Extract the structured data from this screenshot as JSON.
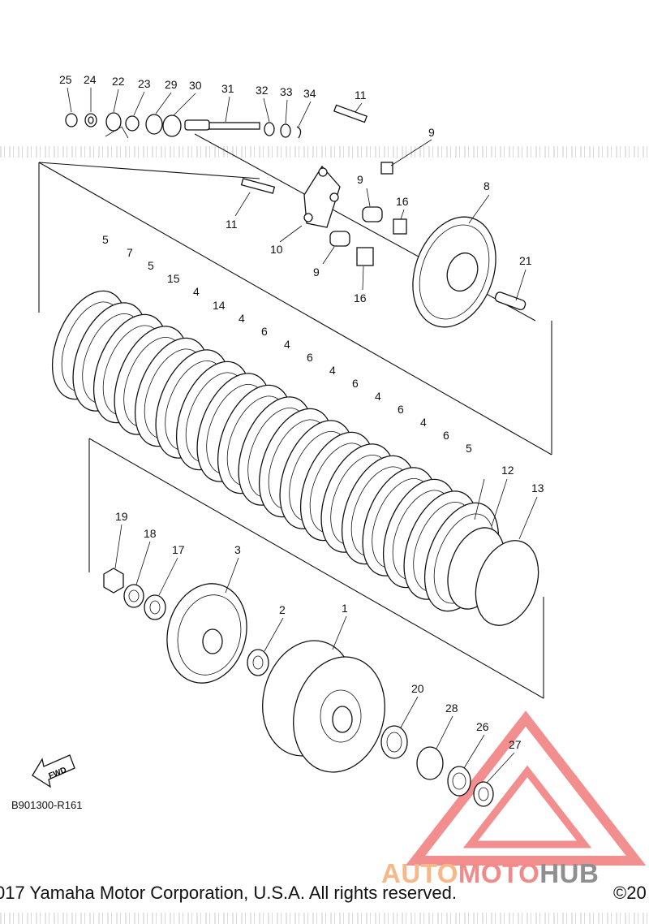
{
  "diagram": {
    "callouts": [
      {
        "id": "c25",
        "text": "25"
      },
      {
        "id": "c24",
        "text": "24"
      },
      {
        "id": "c22",
        "text": "22"
      },
      {
        "id": "c23",
        "text": "23"
      },
      {
        "id": "c29",
        "text": "29"
      },
      {
        "id": "c30",
        "text": "30"
      },
      {
        "id": "c31",
        "text": "31"
      },
      {
        "id": "c32",
        "text": "32"
      },
      {
        "id": "c33",
        "text": "33"
      },
      {
        "id": "c34",
        "text": "34"
      },
      {
        "id": "c11a",
        "text": "11"
      },
      {
        "id": "c9a",
        "text": "9"
      },
      {
        "id": "c9b",
        "text": "9"
      },
      {
        "id": "c16a",
        "text": "16"
      },
      {
        "id": "c8",
        "text": "8"
      },
      {
        "id": "c11b",
        "text": "11"
      },
      {
        "id": "c10",
        "text": "10"
      },
      {
        "id": "c9c",
        "text": "9"
      },
      {
        "id": "c16b",
        "text": "16"
      },
      {
        "id": "c21",
        "text": "21"
      },
      {
        "id": "c5a",
        "text": "5"
      },
      {
        "id": "c7",
        "text": "7"
      },
      {
        "id": "c5b",
        "text": "5"
      },
      {
        "id": "c15",
        "text": "15"
      },
      {
        "id": "c4a",
        "text": "4"
      },
      {
        "id": "c14",
        "text": "14"
      },
      {
        "id": "c4b",
        "text": "4"
      },
      {
        "id": "c6a",
        "text": "6"
      },
      {
        "id": "c4c",
        "text": "4"
      },
      {
        "id": "c6b",
        "text": "6"
      },
      {
        "id": "c4d",
        "text": "4"
      },
      {
        "id": "c6c",
        "text": "6"
      },
      {
        "id": "c4e",
        "text": "4"
      },
      {
        "id": "c6d",
        "text": "6"
      },
      {
        "id": "c4f",
        "text": "4"
      },
      {
        "id": "c6e",
        "text": "6"
      },
      {
        "id": "c5c",
        "text": "5"
      },
      {
        "id": "c12",
        "text": "12"
      },
      {
        "id": "c13",
        "text": "13"
      },
      {
        "id": "c19",
        "text": "19"
      },
      {
        "id": "c18",
        "text": "18"
      },
      {
        "id": "c17",
        "text": "17"
      },
      {
        "id": "c3",
        "text": "3"
      },
      {
        "id": "c2",
        "text": "2"
      },
      {
        "id": "c1",
        "text": "1"
      },
      {
        "id": "c20",
        "text": "20"
      },
      {
        "id": "c28",
        "text": "28"
      },
      {
        "id": "c26",
        "text": "26"
      },
      {
        "id": "c27",
        "text": "27"
      }
    ],
    "fwd_label": "FWD",
    "code": "B901300-R161"
  },
  "footer": {
    "copyright": "017 Yamaha Motor Corporation, U.S.A. All rights reserved.",
    "copyright_right": "©20"
  },
  "watermark": {
    "parts": [
      {
        "text": "AUTO",
        "color": "#f7b889"
      },
      {
        "text": "MOTO",
        "color": "#f28a8a"
      },
      {
        "text": "HUB",
        "color": "#8f8f8f"
      }
    ],
    "triangle_color": "#f07b7b"
  }
}
